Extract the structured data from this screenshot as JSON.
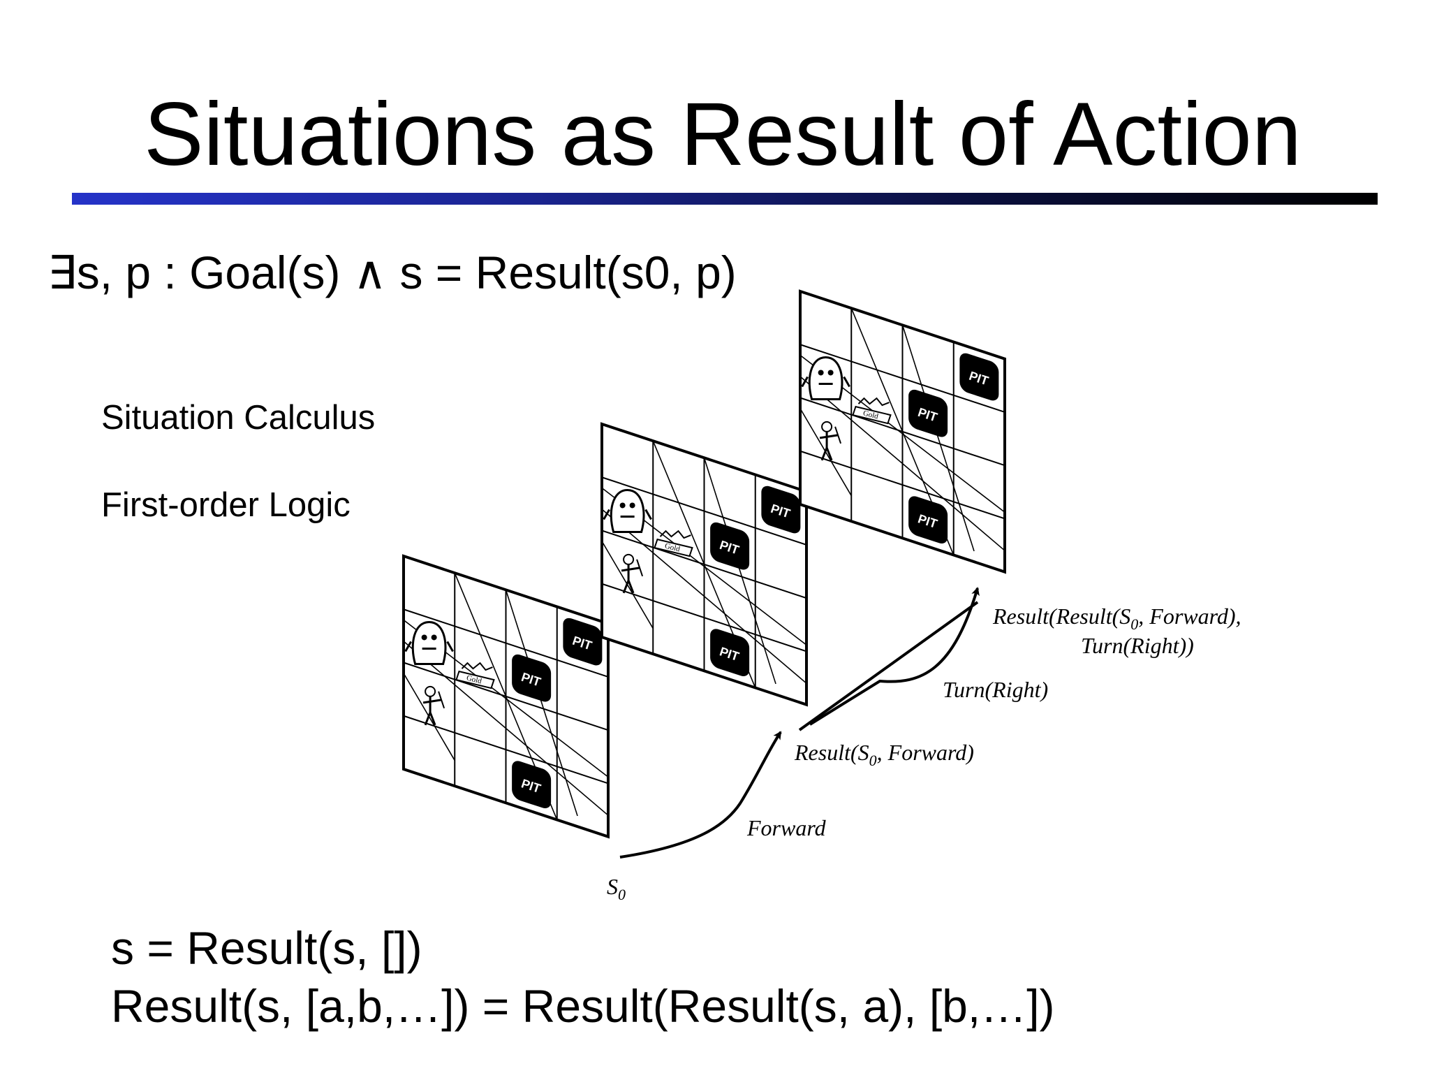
{
  "slide": {
    "title": "Situations as Result of Action",
    "formula": "∃s, p : Goal(s) ∧ s = Result(s0, p)",
    "side_labels": [
      "Situation Calculus",
      "First-order Logic"
    ],
    "equations": [
      "s = Result(s, [])",
      "Result(s, [a,b,…]) = Result(Result(s, a), [b,…])"
    ],
    "colors": {
      "rule_start": "#2533c8",
      "rule_end": "#000000",
      "pit": "#000000"
    }
  },
  "diagram": {
    "pit_label": "PIT",
    "gold_label": "Gold",
    "icons": [
      "wumpus-icon",
      "gold-icon",
      "agent-icon",
      "pit-icon"
    ],
    "states": [
      "S0",
      "Result(S0, Forward)",
      "Result(Result(S0, Forward), Turn(Right))"
    ],
    "actions": [
      "Forward",
      "Turn(Right)"
    ],
    "labels": {
      "s0_main": "S",
      "s0_sub": "0",
      "forward": "Forward",
      "result_pre": "Result(",
      "result_s": "S",
      "result_sub": "0",
      "result_post": ", Forward)",
      "turn_right": "Turn(Right)",
      "final_line1_pre": "Result(Result(",
      "final_line1_s": "S",
      "final_line1_sub": "0",
      "final_line1_post": ", Forward),",
      "final_line2": "Turn(Right))"
    }
  }
}
